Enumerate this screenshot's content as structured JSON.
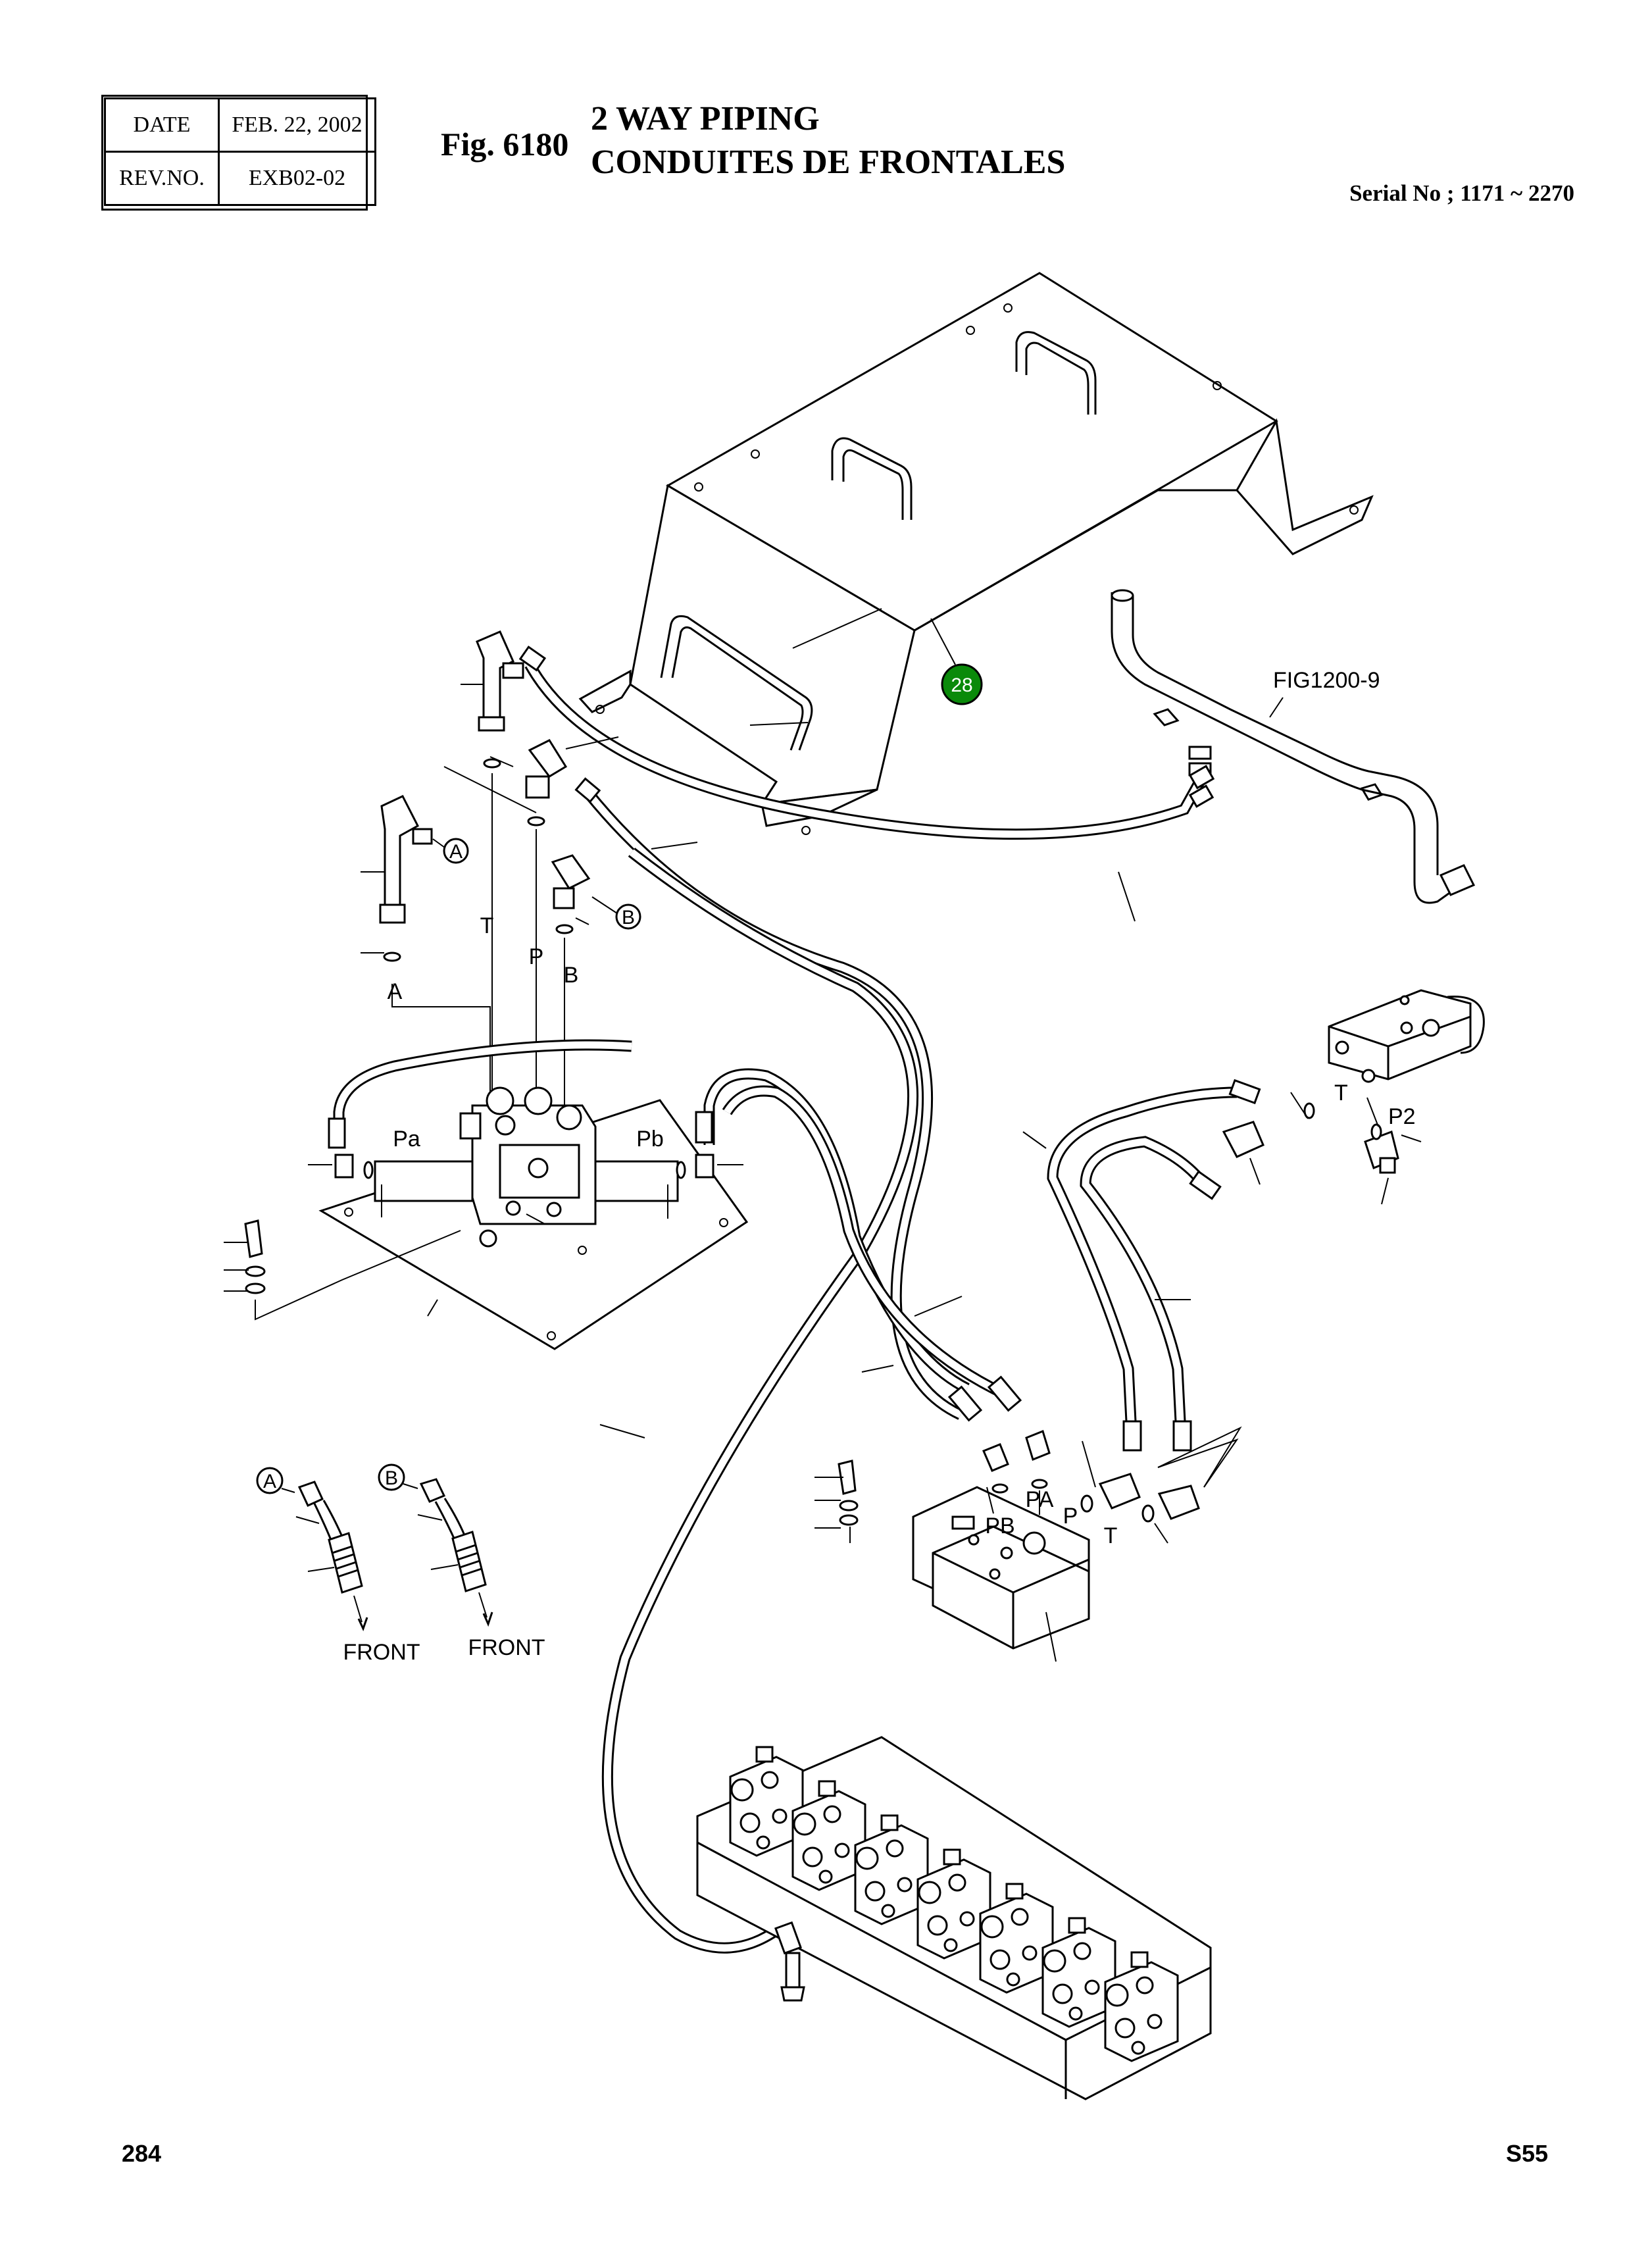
{
  "header": {
    "date_label": "DATE",
    "date_value": "FEB. 22, 2002",
    "rev_label": "REV.NO.",
    "rev_value": "EXB02-02",
    "figure": "Fig. 6180",
    "title_line1": "2 WAY PIPING",
    "title_line2": "CONDUITES DE FRONTALES",
    "serial": "Serial No ; 1171 ~ 2270"
  },
  "callout": {
    "number": "28",
    "color": "#0a8a0a"
  },
  "reference": "FIG1200-9",
  "port_labels": {
    "A": "A",
    "B": "B",
    "T": "T",
    "P": "P",
    "Pa": "Pa",
    "Pb": "Pb",
    "PA": "PA",
    "PB": "PB",
    "P2": "P2"
  },
  "direction_label": "FRONT",
  "footer": {
    "page": "284",
    "code": "S55"
  }
}
